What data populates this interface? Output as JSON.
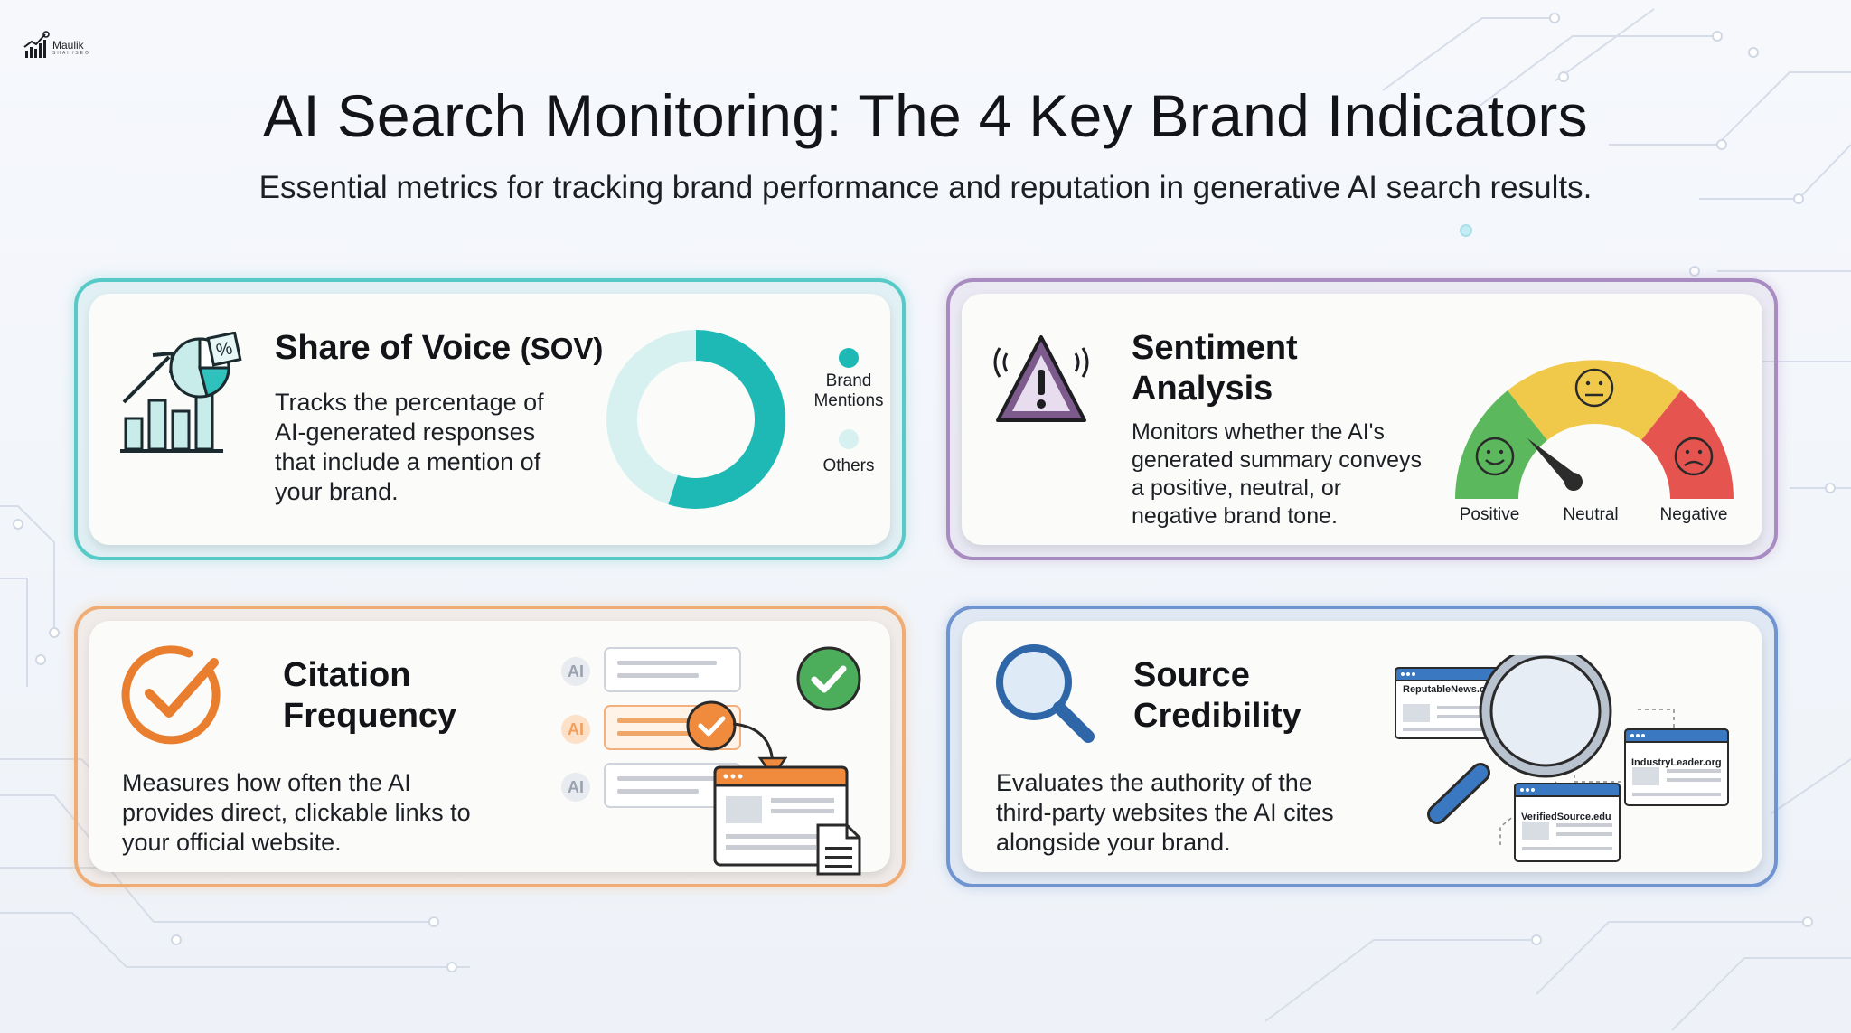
{
  "logo": {
    "name": "Maulik",
    "sub": "SHAH/SEO"
  },
  "header": {
    "title": "AI Search Monitoring: The 4 Key Brand Indicators",
    "subtitle": "Essential metrics for tracking brand performance and reputation in generative AI search results."
  },
  "cards": {
    "sov": {
      "title": "Share of Voice",
      "title_suffix": "(SOV)",
      "desc": [
        "Tracks the percentage of",
        "AI-generated responses",
        "that include a mention of",
        "your brand."
      ],
      "legend": [
        {
          "label": "Brand",
          "label2": "Mentions",
          "color": "#1fb9b5"
        },
        {
          "label": "Others",
          "label2": "",
          "color": "#d7f1f0"
        }
      ]
    },
    "sentiment": {
      "title_line1": "Sentiment",
      "title_line2": "Analysis",
      "desc": [
        "Monitors whether the AI's",
        "generated summary conveys",
        "a positive, neutral, or",
        "negative brand tone."
      ],
      "gauge_labels": [
        "Positive",
        "Neutral",
        "Negative"
      ],
      "colors": {
        "positive": "#5cb85c",
        "neutral": "#f1c94a",
        "negative": "#e5544f"
      }
    },
    "citation": {
      "title_line1": "Citation",
      "title_line2": "Frequency",
      "desc": [
        "Measures how often the AI",
        "provides direct, clickable links to",
        "your official website."
      ],
      "ai_badge": "AI"
    },
    "source": {
      "title_line1": "Source",
      "title_line2": "Credibility",
      "desc": [
        "Evaluates the authority of the",
        "third-party websites the AI cites",
        "alongside your brand."
      ],
      "sites": [
        "ReputableNews.c",
        "IndustryLeader.org",
        "VerifiedSource.edu"
      ]
    }
  },
  "chart_data": {
    "type": "pie",
    "categories": [
      "Brand Mentions",
      "Others"
    ],
    "values": [
      55,
      45
    ]
  }
}
